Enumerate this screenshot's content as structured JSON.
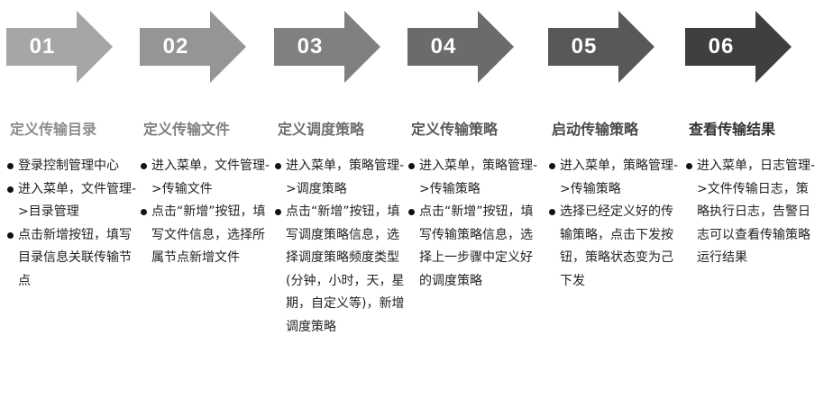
{
  "steps": [
    {
      "num": "01",
      "title": "定义传输目录",
      "color": "#a6a6a6",
      "title_color": "#8c8c8c",
      "bullets": [
        "登录控制管理中心",
        "进入菜单，文件管理->目录管理",
        "点击新增按钮，填写目录信息关联传输节点"
      ]
    },
    {
      "num": "02",
      "title": "定义传输文件",
      "color": "#959595",
      "title_color": "#7f7f7f",
      "bullets": [
        "进入菜单，文件管理->传输文件",
        "点击“新增”按钮，填写文件信息，选择所属节点新增文件"
      ]
    },
    {
      "num": "03",
      "title": "定义调度策略",
      "color": "#808080",
      "title_color": "#6e6e6e",
      "bullets": [
        "进入菜单，策略管理->调度策略",
        "点击“新增”按钮，填写调度策略信息，选择调度策略频度类型(分钟，小时，天，星期，自定义等)，新增调度策略"
      ]
    },
    {
      "num": "04",
      "title": "定义传输策略",
      "color": "#6b6b6b",
      "title_color": "#5a5a5a",
      "bullets": [
        "进入菜单，策略管理->传输策略",
        "点击“新增”按钮，填写传输策略信息，选择上一步骤中定义好的调度策略"
      ]
    },
    {
      "num": "05",
      "title": "启动传输策略",
      "color": "#585858",
      "title_color": "#4a4a4a",
      "bullets": [
        "进入菜单，策略管理->传输策略",
        "选择已经定义好的传输策略，点击下发按钮，策略状态变为己下发"
      ]
    },
    {
      "num": "06",
      "title": "查看传输结果",
      "color": "#3f3f3f",
      "title_color": "#333333",
      "bullets": [
        "进入菜单，日志管理->文件传输日志，策略执行日志，告警日志可以查看传输策略运行结果"
      ]
    }
  ]
}
